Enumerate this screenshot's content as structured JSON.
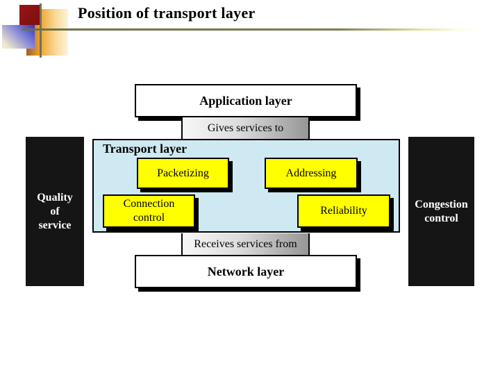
{
  "slide": {
    "title": "Position of transport layer"
  },
  "colors": {
    "rule_olive": "#73734a",
    "logo_red": "#8b1111",
    "logo_orange": "#f0a838",
    "logo_blue": "#3232cc",
    "transport_fill": "#cfe9f2",
    "function_fill": "#ffff00",
    "side_box_fill": "#151515",
    "side_box_text": "#ffffff"
  },
  "diagram": {
    "application_layer": {
      "label": "Application layer"
    },
    "gives_connector": {
      "label": "Gives services to"
    },
    "transport_layer": {
      "label": "Transport layer"
    },
    "functions": [
      {
        "label": "Packetizing"
      },
      {
        "label": "Addressing"
      },
      {
        "label": "Connection\ncontrol"
      },
      {
        "label": "Reliability"
      }
    ],
    "receives_connector": {
      "label": "Receives services from"
    },
    "network_layer": {
      "label": "Network layer"
    },
    "left_side_box": {
      "label": "Quality\nof\nservice"
    },
    "right_side_box": {
      "label": "Congestion\ncontrol"
    }
  }
}
